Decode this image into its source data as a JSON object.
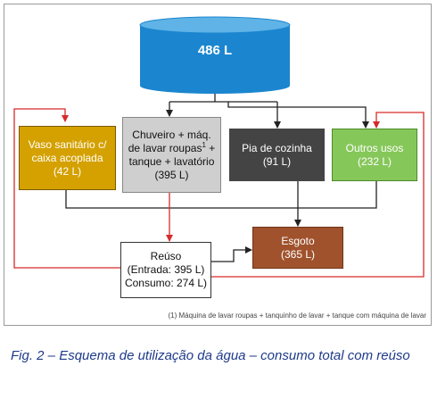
{
  "tank": {
    "label": "486 L",
    "color": "#1b86cf"
  },
  "boxes": {
    "vaso": {
      "lines": [
        "Vaso sanitário c/",
        "caixa acoplada",
        "(42 L)"
      ],
      "fill": "#d4a100",
      "text": "#ffffff"
    },
    "chuveiro": {
      "lines": [
        "Chuveiro + máq.",
        "de lavar roupas",
        "tanque + lavatório",
        "(395 L)"
      ],
      "sup": "1",
      "sup_after": " +",
      "fill": "#cfcfcf",
      "text": "#111111"
    },
    "pia": {
      "lines": [
        "Pia de cozinha",
        "(91 L)"
      ],
      "fill": "#444444",
      "text": "#ffffff"
    },
    "outros": {
      "lines": [
        "Outros usos",
        "(232 L)"
      ],
      "fill": "#86c75a",
      "text": "#ffffff"
    },
    "esgoto": {
      "lines": [
        "Esgoto",
        "(365 L)"
      ],
      "fill": "#a0522d",
      "text": "#ffffff"
    },
    "reuso": {
      "lines": [
        "Reúso",
        "(Entrada: 395 L)",
        "Consumo: 274 L)"
      ],
      "fill": "#ffffff",
      "text": "#111111"
    }
  },
  "colors": {
    "flow": "#222222",
    "reuse": "#d62b2b"
  },
  "footnote": "(1) Máquina de lavar roupas + tanquinho de lavar + tanque com máquina de lavar",
  "caption": "Fig. 2 – Esquema de utilização da água – consumo total com reúso"
}
